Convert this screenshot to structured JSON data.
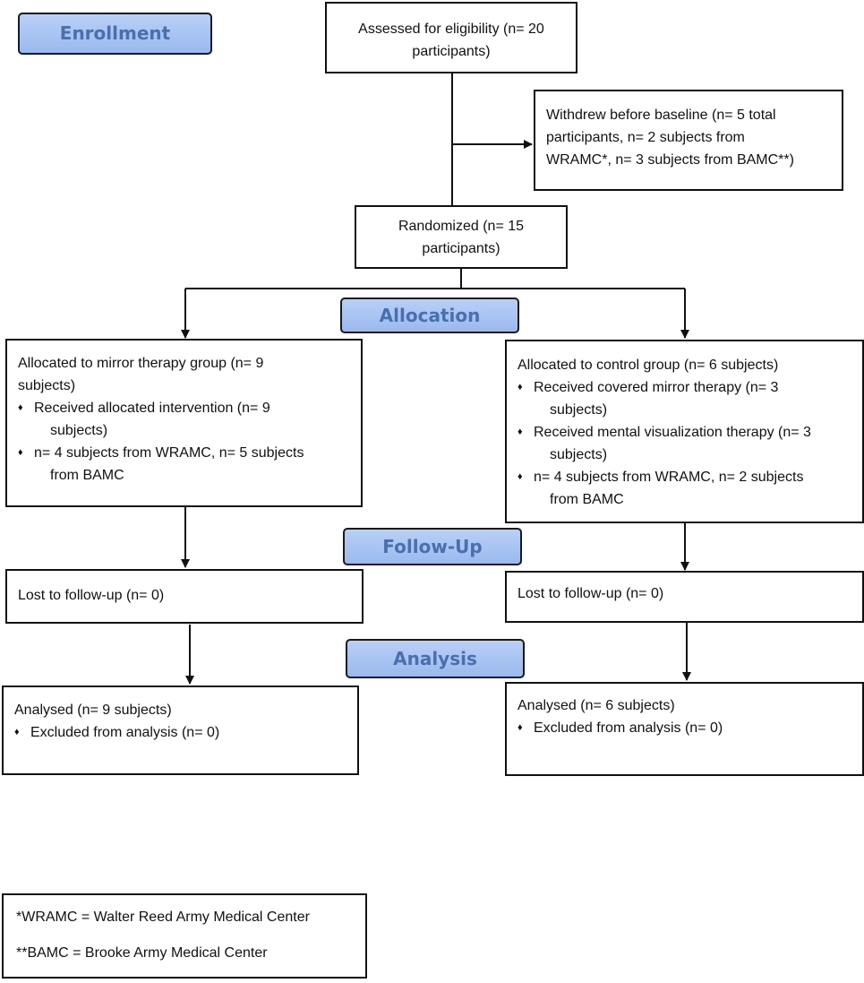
{
  "stages": {
    "enrollment": "Enrollment",
    "allocation": "Allocation",
    "followup": "Follow-Up",
    "analysis": "Analysis"
  },
  "assessed": {
    "line1": "Assessed for eligibility (n= 20",
    "line2": "participants)"
  },
  "withdrew": {
    "line1": "Withdrew before baseline (n= 5 total",
    "line2": "participants, n= 2 subjects from",
    "line3": "WRAMC*, n= 3 subjects from BAMC**)"
  },
  "randomized": {
    "line1": "Randomized (n= 15",
    "line2": "participants)"
  },
  "mirror": {
    "title1": "Allocated to mirror therapy group (n= 9",
    "title2": "subjects)",
    "bullets": [
      {
        "line1": "Received allocated intervention (n= 9",
        "line2": "subjects)"
      },
      {
        "line1": "n= 4 subjects from WRAMC, n= 5 subjects",
        "line2": "from BAMC"
      }
    ]
  },
  "control": {
    "title1": "Allocated to control group (n= 6 subjects)",
    "bullets": [
      {
        "line1": "Received covered mirror therapy (n= 3",
        "line2": "subjects)"
      },
      {
        "line1": "Received mental visualization therapy (n= 3",
        "line2": "subjects)"
      },
      {
        "line1": "n= 4 subjects from WRAMC, n= 2 subjects",
        "line2": "from BAMC"
      }
    ]
  },
  "lost_left": "Lost to follow-up (n= 0)",
  "lost_right": "Lost to follow-up (n= 0)",
  "analysed_left": {
    "title": "Analysed (n= 9 subjects)",
    "bullet": "Excluded from analysis (n= 0)"
  },
  "analysed_right": {
    "title": "Analysed (n= 6 subjects)",
    "bullet": "Excluded from analysis (n= 0)"
  },
  "footnote": {
    "line1": "*WRAMC = Walter Reed Army Medical Center",
    "line2": "**BAMC = Brooke Army Medical Center"
  },
  "bullet_glyph": "♦",
  "colors": {
    "stage_fill": "#a9c5f3",
    "stage_text": "#4a6fae",
    "line": "#111111"
  }
}
